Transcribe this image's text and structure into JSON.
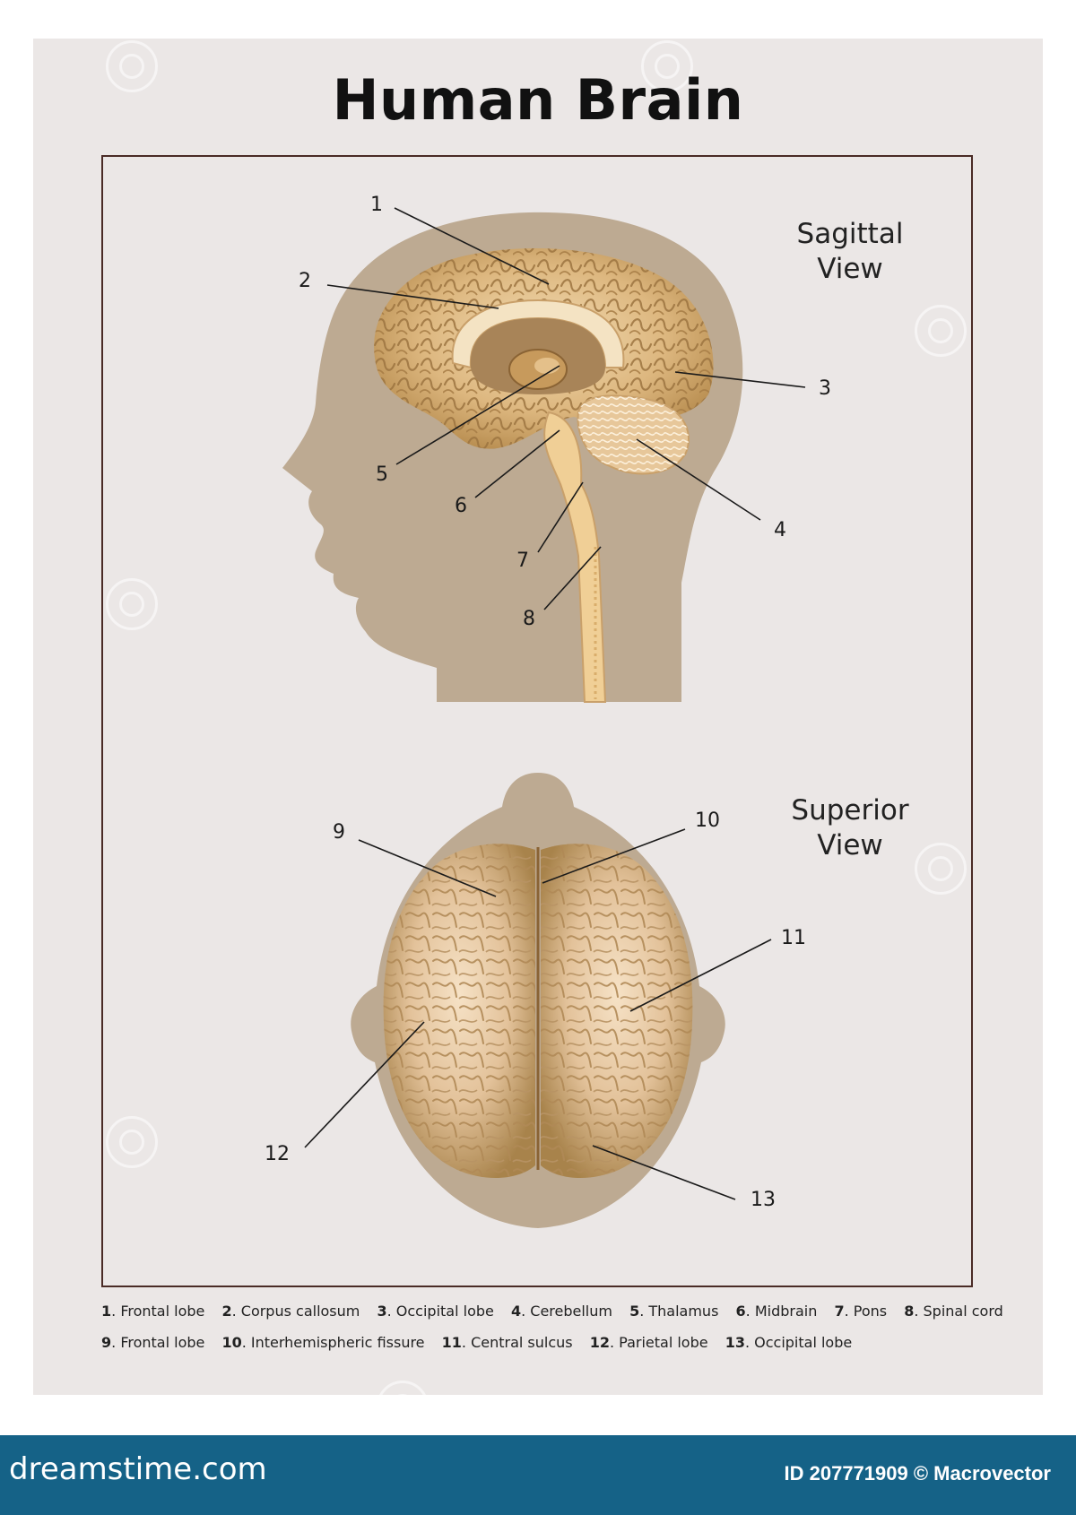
{
  "title": "Human Brain",
  "views": {
    "sagittal": "Sagittal\nView",
    "superior": "Superior\nView"
  },
  "callouts": [
    "1",
    "2",
    "3",
    "4",
    "5",
    "6",
    "7",
    "8",
    "9",
    "10",
    "11",
    "12",
    "13"
  ],
  "legend": {
    "row1": [
      {
        "num": "1",
        "text": ". Frontal lobe"
      },
      {
        "num": "2",
        "text": ". Corpus callosum"
      },
      {
        "num": "3",
        "text": ". Occipital lobe"
      },
      {
        "num": "4",
        "text": ". Cerebellum"
      },
      {
        "num": "5",
        "text": ". Thalamus"
      },
      {
        "num": "6",
        "text": ". Midbrain"
      },
      {
        "num": "7",
        "text": ". Pons"
      },
      {
        "num": "8",
        "text": ". Spinal cord"
      }
    ],
    "row2": [
      {
        "num": "9",
        "text": ". Frontal lobe"
      },
      {
        "num": "10",
        "text": ". Interhemispheric fissure"
      },
      {
        "num": "11",
        "text": ". Central sulcus"
      },
      {
        "num": "12",
        "text": ". Parietal lobe"
      },
      {
        "num": "13",
        "text": ". Occipital lobe"
      }
    ]
  },
  "footer": {
    "brand": "dreamstime.com",
    "id_text": "ID 207771909 © Macrovector"
  },
  "colors": {
    "head": "#bdaa92",
    "brain": "#d9b27a",
    "brain_light": "#efd3a5",
    "footer": "#156287",
    "frame": "#4a2b26"
  }
}
